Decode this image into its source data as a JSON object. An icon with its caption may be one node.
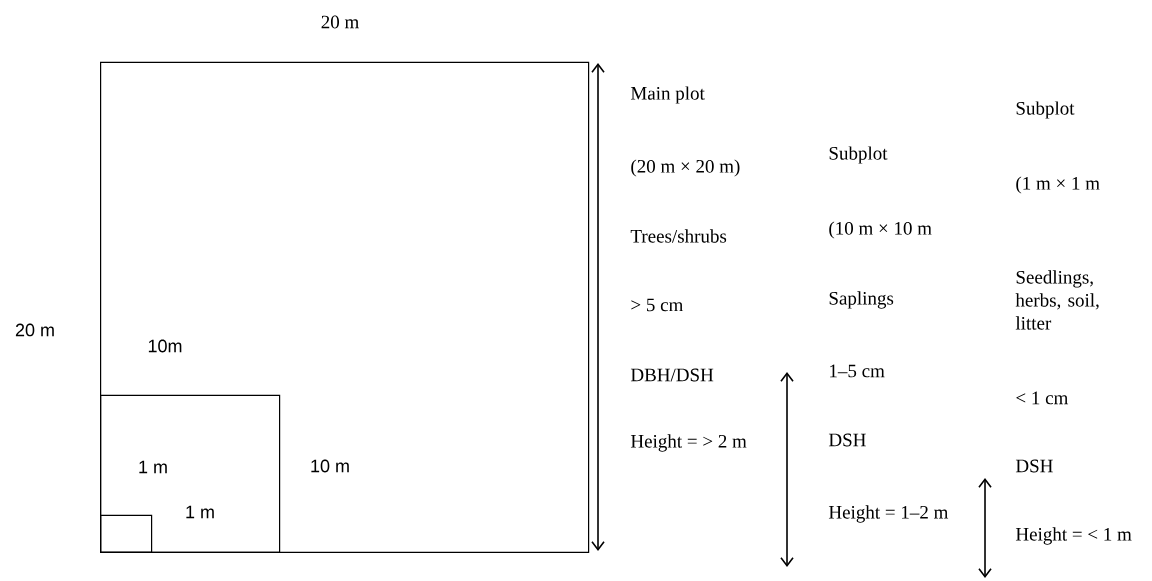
{
  "diagram": {
    "nodes": [
      {
        "text": [],
        "shape": "box"
      },
      {
        "text": [],
        "shape": "box",
        "in": 0
      },
      {
        "text": [],
        "shape": "box",
        "in": 1
      }
    ],
    "labels": [
      "20 m",
      "20 m",
      "10m",
      "1 m",
      "10 m",
      "1 m",
      "Main plot",
      "(20 m × 20 m)",
      "Trees/shrubs",
      "> 5 cm",
      "DBH/DSH",
      "Height = > 2 m",
      "Subplot",
      "(10 m × 10 m",
      "Saplings",
      "1–5 cm",
      "DSH",
      "Height = 1–2 m",
      "Subplot",
      "(1 m × 1 m",
      "Seedlings, herbs, soil, litter",
      "< 1 cm",
      "DSH",
      "Height = < 1 m"
    ]
  }
}
